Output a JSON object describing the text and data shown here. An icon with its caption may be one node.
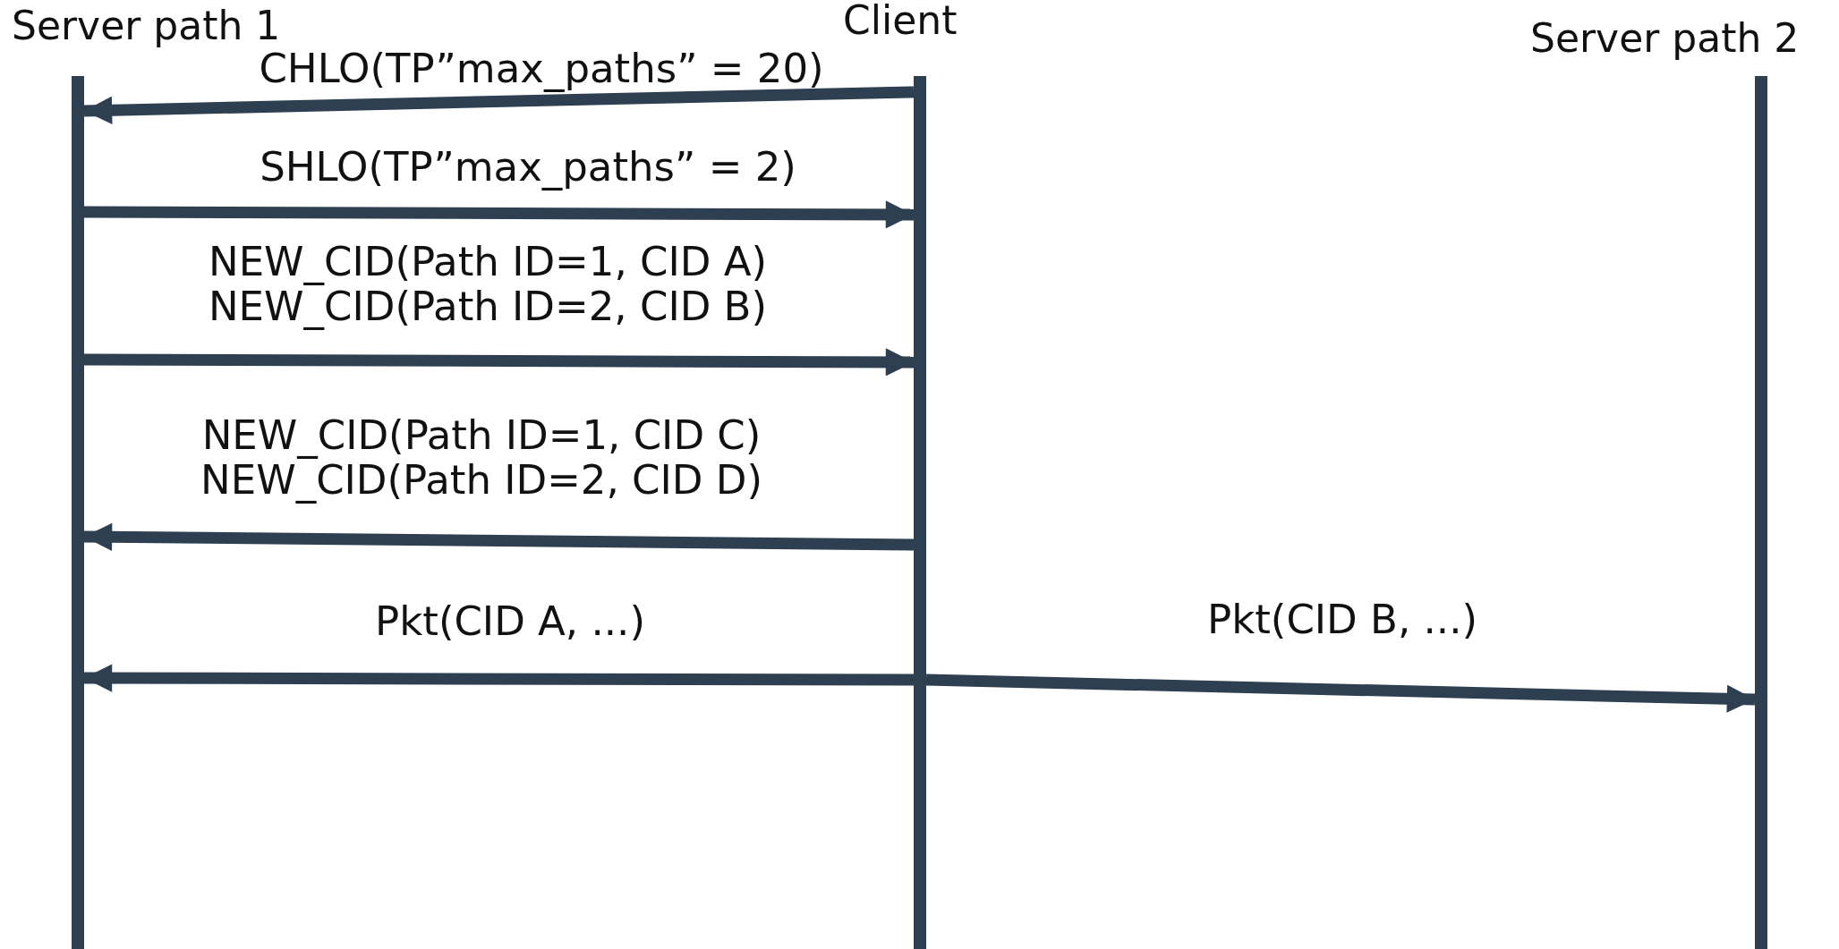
{
  "diagram": {
    "nodes": [
      {
        "text": [
          "Server path 1"
        ]
      },
      {
        "text": [
          "Client"
        ]
      },
      {
        "text": [
          "Server path 2"
        ]
      }
    ],
    "edges": [
      {
        "from": 1,
        "to": 0,
        "arrow": "to",
        "label": "CHLO(TP”max_paths” = 20)"
      },
      {
        "from": 0,
        "to": 1,
        "arrow": "to",
        "label": "SHLO(TP”max_paths” = 2)"
      },
      {
        "from": 0,
        "to": 1,
        "arrow": "to",
        "label": "NEW_CID(Path ID=1, CID A) NEW_CID(Path ID=2, CID B)"
      },
      {
        "from": 1,
        "to": 0,
        "arrow": "to",
        "label": "NEW_CID(Path ID=1, CID C) NEW_CID(Path ID=2, CID D)"
      },
      {
        "from": 1,
        "to": 0,
        "arrow": "to",
        "label": "Pkt(CID A, ...)"
      },
      {
        "from": 1,
        "to": 2,
        "arrow": "to",
        "label": "Pkt(CID B, ...)"
      }
    ]
  }
}
